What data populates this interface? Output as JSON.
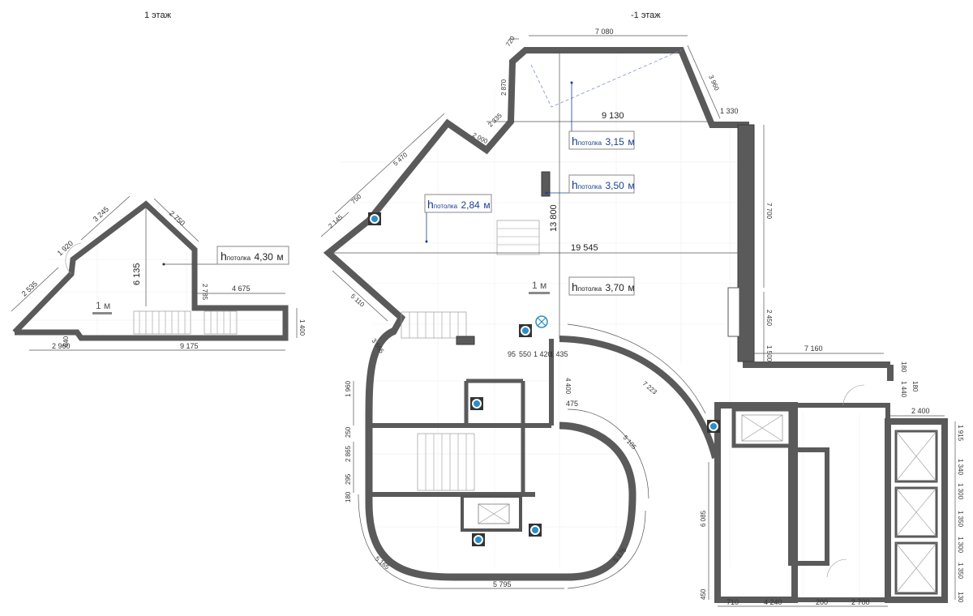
{
  "floors": {
    "upper": {
      "title": "1 этаж"
    },
    "lower": {
      "title": "-1 этаж"
    }
  },
  "ceiling_label": {
    "prefix": "h",
    "sub": "потолка",
    "unit": "м"
  },
  "ceiling_heights": [
    {
      "id": "upper-main",
      "value": "4,30",
      "color": "#222222"
    },
    {
      "id": "lower-north",
      "value": "3,15",
      "color": "#1a3f8f"
    },
    {
      "id": "lower-column",
      "value": "3,50",
      "color": "#1a3f8f"
    },
    {
      "id": "lower-west",
      "value": "2,84",
      "color": "#1a3f8f"
    },
    {
      "id": "lower-main",
      "value": "3,70",
      "color": "#222222"
    }
  ],
  "level_marks": {
    "upper": "1 м",
    "lower": "1 м"
  },
  "dimensions": {
    "upper": [
      "3 245",
      "2 750",
      "1 920",
      "2 535",
      "6 135",
      "2 785",
      "4 675",
      "1 400",
      "640",
      "2 960",
      "9 175"
    ],
    "lower": [
      "720",
      "7 080",
      "3 960",
      "2 870",
      "1 330",
      "2 335",
      "2 000",
      "9 130",
      "5 470",
      "750",
      "2 145",
      "13 800",
      "19 545",
      "7 700",
      "5 110",
      "2 450",
      "3 565",
      "1 500",
      "7 160",
      "95",
      "550",
      "1 420",
      "1 435",
      "180",
      "1 440",
      "180",
      "4 400",
      "475",
      "7 223",
      "1 960",
      "250",
      "2 865",
      "295",
      "180",
      "5 105",
      "2 400",
      "1 915",
      "1 340",
      "1 300",
      "1 350",
      "1 300",
      "1 350",
      "130",
      "6 085",
      "5 165",
      "5 795",
      "5 175",
      "450",
      "710",
      "4 240",
      "200",
      "2 700"
    ]
  },
  "colors": {
    "wall": "#5a5a5a",
    "dimension": "#555555",
    "ceiling_blue": "#1a3f8f",
    "fixture_blue": "#2a8fc9"
  }
}
